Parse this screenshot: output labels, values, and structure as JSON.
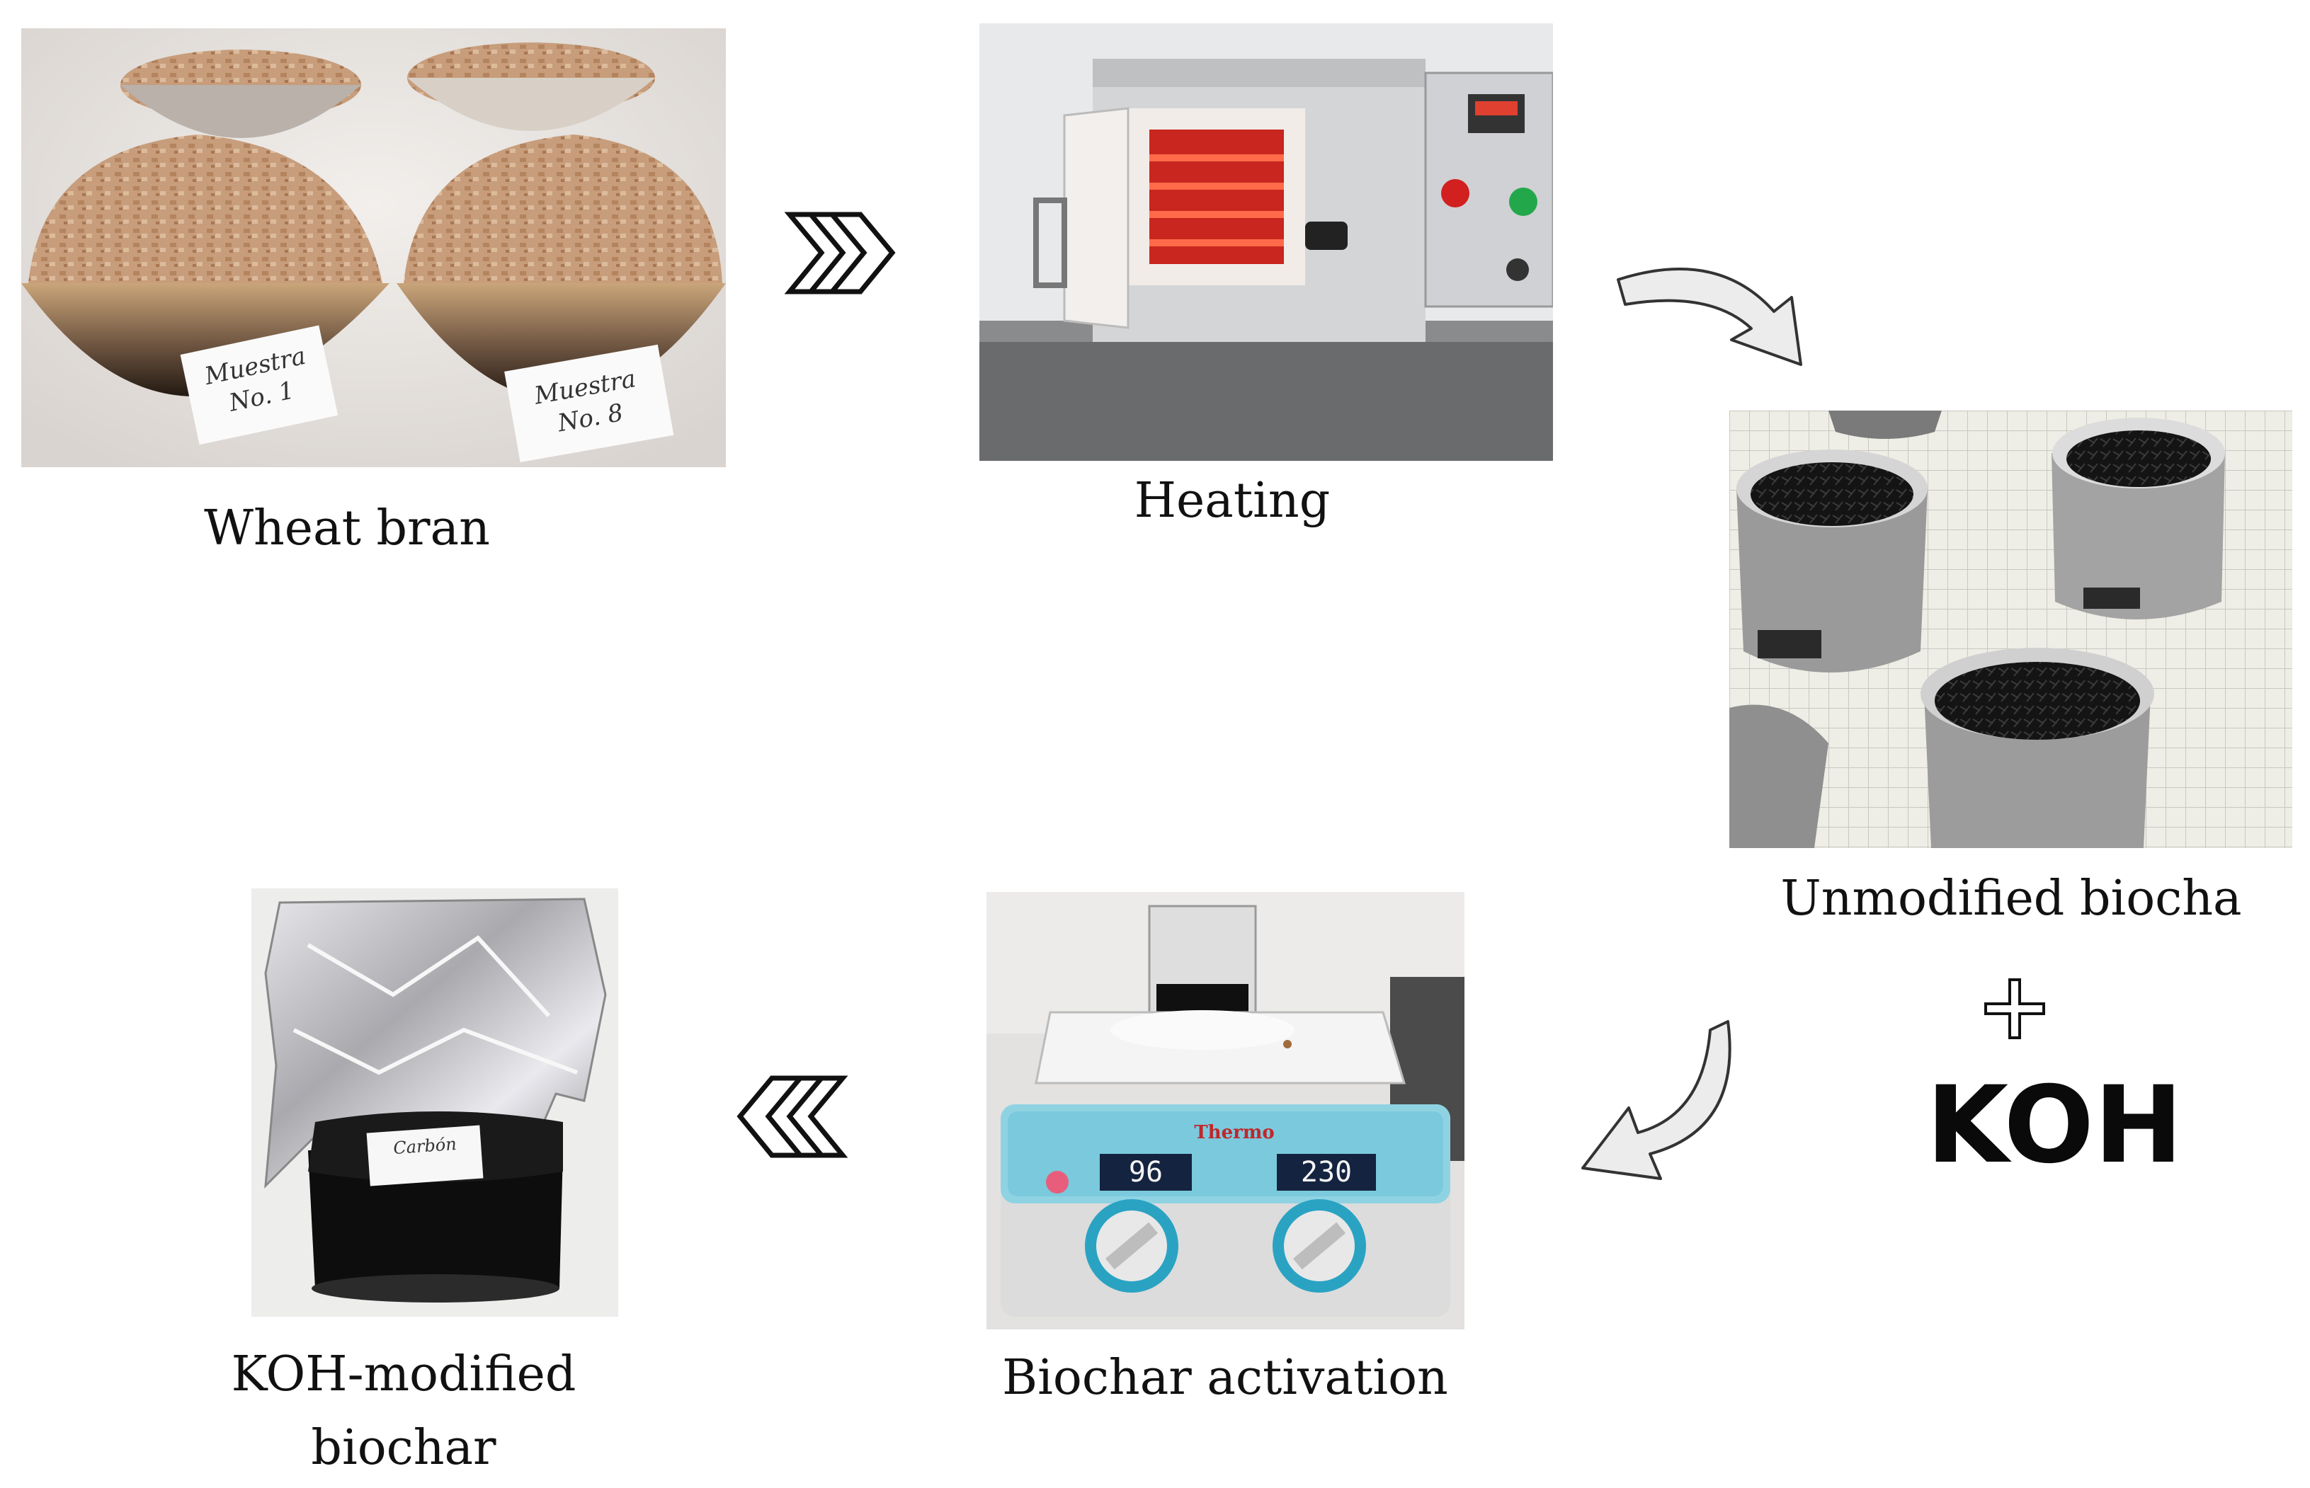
{
  "steps": [
    {
      "id": "wheat-bran",
      "caption": "Wheat bran",
      "label_left": "Muestra No. 1",
      "label_right": "Muestra No. 8"
    },
    {
      "id": "heating",
      "caption": "Heating"
    },
    {
      "id": "unmodified-biochar",
      "caption": "Unmodified biocha"
    },
    {
      "id": "biochar-activation",
      "caption": "Biochar activation",
      "brand": "Thermo",
      "display_left": "96",
      "display_right": "230"
    },
    {
      "id": "koh-modified-biochar",
      "caption_line1": "KOH-modified",
      "caption_line2": "biochar",
      "jar_label": "Carbón"
    }
  ],
  "reagent": {
    "plus": "+",
    "label": "KOH"
  },
  "colors": {
    "bran": "#c9a07e",
    "char": "#141414",
    "foil": "#c9c9cc",
    "plate": "#e9f3f6",
    "accent": "#39b6d2"
  }
}
